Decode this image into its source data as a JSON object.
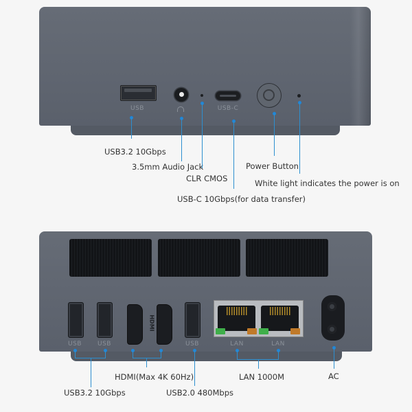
{
  "front_panel": {
    "port_labels": {
      "usb": "USB",
      "usbc": "USB-C"
    },
    "callouts": {
      "usb32": "USB3.2 10Gbps",
      "audio": "3.5mm Audio Jack",
      "clr_cmos": "CLR CMOS",
      "usbc": "USB-C 10Gbps(for data transfer)",
      "power_button": "Power Button",
      "power_light": "White light indicates the power is on"
    }
  },
  "rear_panel": {
    "port_labels": {
      "usb1": "USB",
      "usb2": "USB",
      "usb3": "USB",
      "hdmi_logo": "HDMI",
      "lan1": "LAN",
      "lan2": "LAN"
    },
    "callouts": {
      "usb32": "USB3.2 10Gbps",
      "hdmi": "HDMI(Max 4K 60Hz)",
      "usb20": "USB2.0 480Mbps",
      "lan": "LAN 1000M",
      "ac": "AC"
    }
  },
  "colors": {
    "chassis": "#60666f",
    "leader_line": "#2d8fd0",
    "background": "#f6f6f6"
  }
}
